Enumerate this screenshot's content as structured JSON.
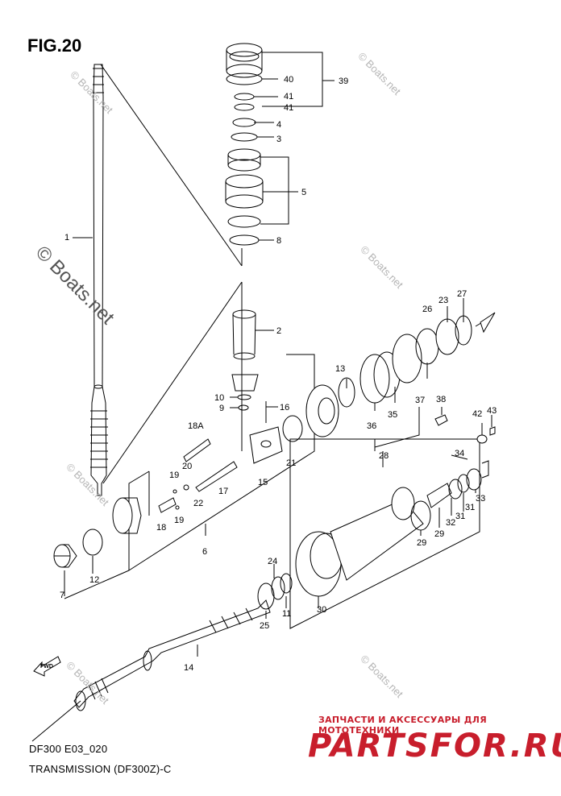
{
  "figure": {
    "title": "FIG.20",
    "code": "DF300 E03_020",
    "description": "TRANSMISSION (DF300Z)-C"
  },
  "watermark": {
    "main": "© Boats.net",
    "small": "© Boats.net"
  },
  "dealer": {
    "tagline": "ЗАПЧАСТИ И АКСЕССУАРЫ ДЛЯ МОТОТЕХНИКИ",
    "name": "PARTSFOR.RU",
    "color": "#c81e2c"
  },
  "fwd_label": "FWD",
  "callouts": {
    "c1": "1",
    "c2": "2",
    "c3": "3",
    "c4": "4",
    "c5": "5",
    "c6": "6",
    "c7": "7",
    "c8": "8",
    "c9": "9",
    "c10": "10",
    "c11": "11",
    "c12": "12",
    "c13": "13",
    "c14": "14",
    "c15": "15",
    "c16": "16",
    "c17": "17",
    "c18": "18",
    "c18a": "18A",
    "c19a": "19",
    "c19b": "19",
    "c20": "20",
    "c21": "21",
    "c22": "22",
    "c23": "23",
    "c24": "24",
    "c25": "25",
    "c26": "26",
    "c27": "27",
    "c28": "28",
    "c29a": "29",
    "c29b": "29",
    "c30": "30",
    "c31a": "31",
    "c31b": "31",
    "c32": "32",
    "c33": "33",
    "c34": "34",
    "c35": "35",
    "c36": "36",
    "c37": "37",
    "c38": "38",
    "c39": "39",
    "c40": "40",
    "c41a": "41",
    "c41b": "41",
    "c42": "42",
    "c43": "43"
  }
}
